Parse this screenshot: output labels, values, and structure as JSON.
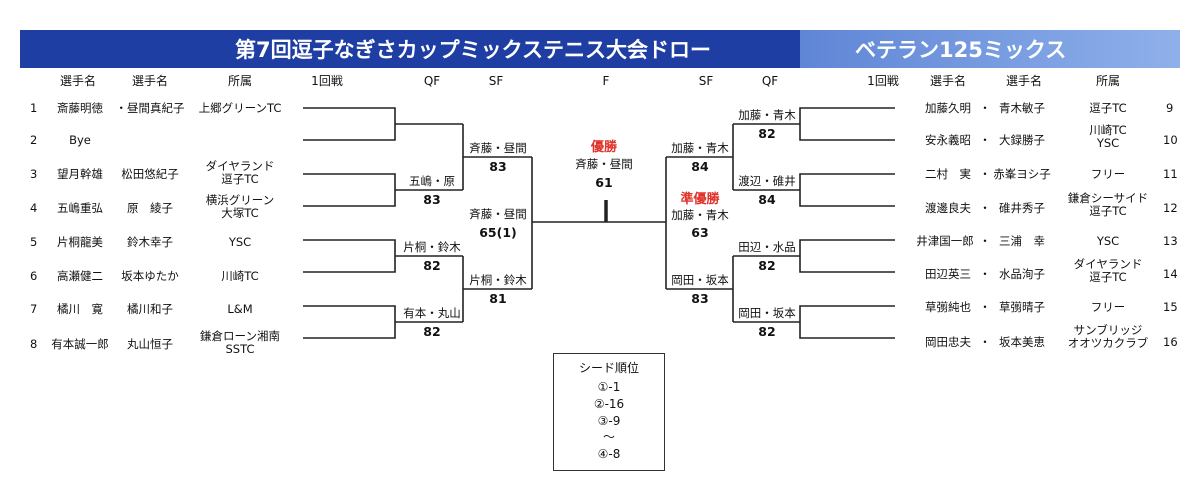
{
  "banner": {
    "title": "第7回逗子なぎさカップミックステニス大会ドロー",
    "subtitle": "ベテラン125ミックス"
  },
  "headers": {
    "player1": "選手名",
    "player2": "選手名",
    "club": "所属",
    "round1": "1回戦",
    "qf": "QF",
    "sf": "SF",
    "final": "F",
    "right_sf": "SF",
    "right_qf": "QF",
    "right_round1": "1回戦",
    "right_player1": "選手名",
    "right_player2": "選手名",
    "right_club": "所属"
  },
  "left_entries": [
    {
      "num": "1",
      "p1": "斎藤明徳",
      "p2": "・昼間真紀子",
      "club": "上郷グリーンTC"
    },
    {
      "num": "2",
      "p1": "Bye",
      "p2": "",
      "club": ""
    },
    {
      "num": "3",
      "p1": "望月幹雄",
      "p2": "松田悠紀子",
      "club": "ダイヤランド\n逗子TC"
    },
    {
      "num": "4",
      "p1": "五嶋重弘",
      "p2": "原　綾子",
      "club": "横浜グリーン\n大塚TC"
    },
    {
      "num": "5",
      "p1": "片桐龍美",
      "p2": "鈴木幸子",
      "club": "YSC"
    },
    {
      "num": "6",
      "p1": "高瀬健二",
      "p2": "坂本ゆたか",
      "club": "川崎TC"
    },
    {
      "num": "7",
      "p1": "橘川　寛",
      "p2": "橘川和子",
      "club": "L&M"
    },
    {
      "num": "8",
      "p1": "有本誠一郎",
      "p2": "丸山恒子",
      "club": "鎌倉ローン湘南\nSSTC"
    }
  ],
  "right_entries": [
    {
      "num": "9",
      "p1": "加藤久明",
      "sep": "・",
      "p2": "青木敏子",
      "club": "逗子TC"
    },
    {
      "num": "10",
      "p1": "安永義昭",
      "sep": "・",
      "p2": "大録勝子",
      "club": "川崎TC\nYSC"
    },
    {
      "num": "11",
      "p1": "二村　実",
      "sep": "・",
      "p2": "赤峯ヨシ子",
      "club": "フリー"
    },
    {
      "num": "12",
      "p1": "渡邊良夫",
      "sep": "・",
      "p2": "碓井秀子",
      "club": "鎌倉シーサイド\n逗子TC"
    },
    {
      "num": "13",
      "p1": "井津国一郎",
      "sep": "・",
      "p2": "三浦　幸",
      "club": "YSC"
    },
    {
      "num": "14",
      "p1": "田辺英三",
      "sep": "・",
      "p2": "水品洵子",
      "club": "ダイヤランド\n逗子TC"
    },
    {
      "num": "15",
      "p1": "草彅純也",
      "sep": "・",
      "p2": "草彅晴子",
      "club": "フリー"
    },
    {
      "num": "16",
      "p1": "岡田忠夫",
      "sep": "・",
      "p2": "坂本美恵",
      "club": "サンブリッジ\nオオツカクラブ"
    }
  ],
  "left_qf": [
    {
      "names": "",
      "score": ""
    },
    {
      "names": "五嶋・原",
      "score": "83"
    },
    {
      "names": "片桐・鈴木",
      "score": "82"
    },
    {
      "names": "有本・丸山",
      "score": "82"
    }
  ],
  "left_sf": [
    {
      "names": "斉藤・昼間",
      "score": "83"
    },
    {
      "names": "片桐・鈴木",
      "score": "81"
    }
  ],
  "left_final": {
    "names": "斉藤・昼間",
    "score": "65(1)"
  },
  "right_qf": [
    {
      "names": "加藤・青木",
      "score": "82"
    },
    {
      "names": "渡辺・碓井",
      "score": "84"
    },
    {
      "names": "田辺・水品",
      "score": "82"
    },
    {
      "names": "岡田・坂本",
      "score": "82"
    }
  ],
  "right_sf": [
    {
      "names": "加藤・青木",
      "score": "84"
    },
    {
      "names": "岡田・坂本",
      "score": "83"
    }
  ],
  "champion": {
    "label": "優勝",
    "names": "斉藤・昼間",
    "score": "61"
  },
  "runner_up": {
    "label": "準優勝",
    "names": "加藤・青木",
    "score": "63"
  },
  "seeds": {
    "title": "シード順位",
    "lines": [
      "①-1",
      "②-16",
      "③-9",
      "～",
      "④-8"
    ]
  },
  "colors": {
    "banner_left": "#1f3ea3",
    "banner_right": "#7a9fe2",
    "highlight": "#e0322a"
  }
}
